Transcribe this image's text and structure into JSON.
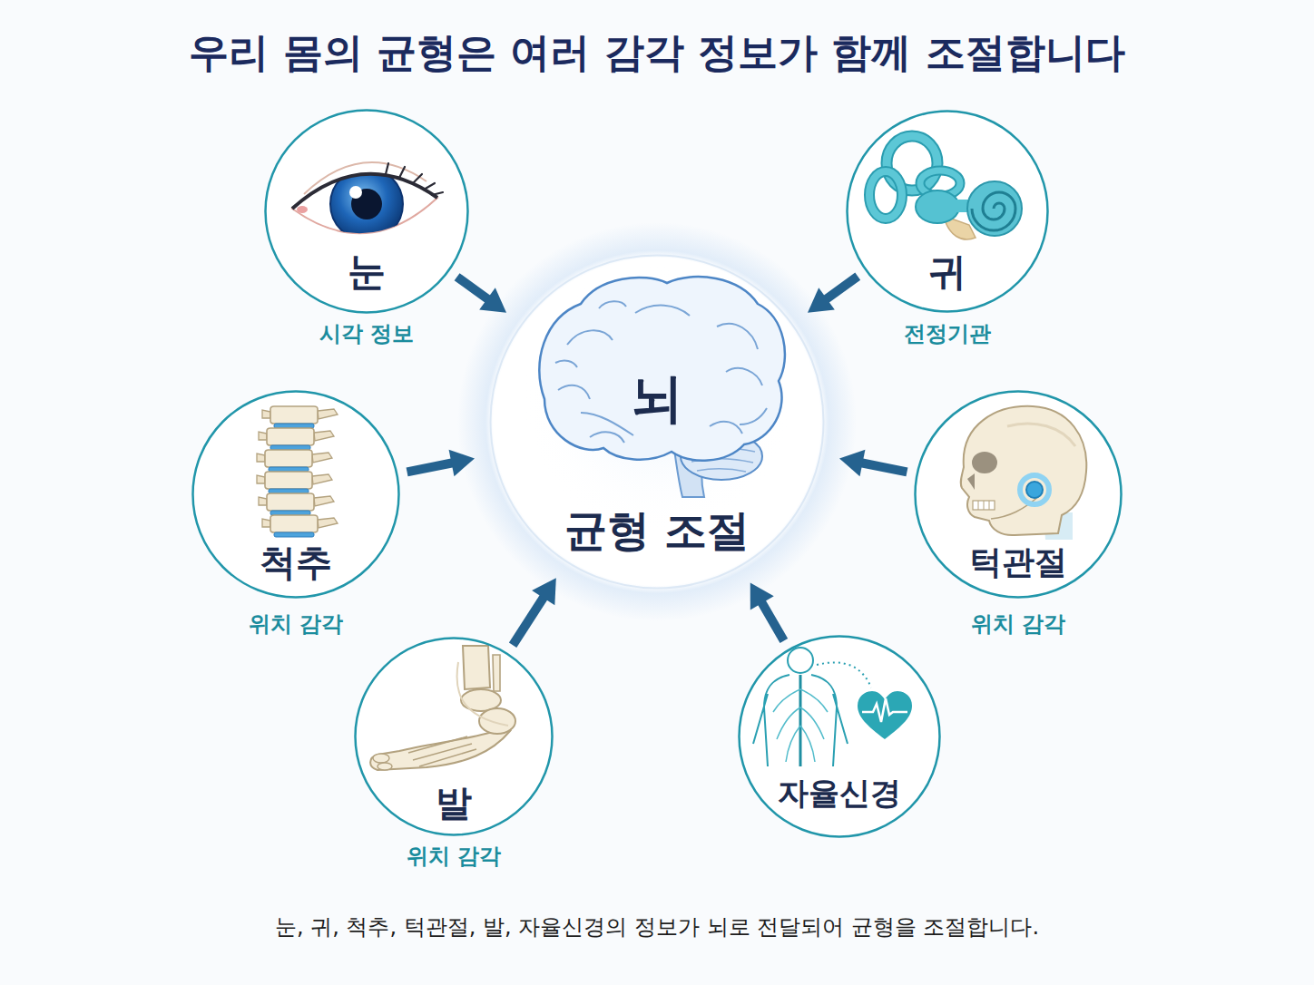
{
  "diagram": {
    "title": "우리 몸의 균형은 여러 감각 정보가 함께 조절합니다",
    "caption": "눈, 귀, 척추, 턱관절, 발, 자율신경의 정보가 뇌로 전달되어 균형을 조절합니다.",
    "nodes": [
      {
        "text": [
          "눈",
          "시각 정보"
        ]
      },
      {
        "text": [
          "귀",
          "전정기관"
        ]
      },
      {
        "text": [
          "뇌",
          "균형 조절"
        ]
      },
      {
        "text": [
          "척추",
          "위치 감각"
        ]
      },
      {
        "text": [
          "턱관절",
          "위치 감각"
        ]
      },
      {
        "text": [
          "발",
          "위치 감각"
        ]
      },
      {
        "text": [
          "자율신경"
        ]
      }
    ],
    "edges": [
      {
        "from": 0,
        "to": 2,
        "arrow": "to"
      },
      {
        "from": 1,
        "to": 2,
        "arrow": "to"
      },
      {
        "from": 3,
        "to": 2,
        "arrow": "to"
      },
      {
        "from": 4,
        "to": 2,
        "arrow": "to"
      },
      {
        "from": 5,
        "to": 2,
        "arrow": "to"
      },
      {
        "from": 6,
        "to": 2,
        "arrow": "to"
      }
    ]
  }
}
